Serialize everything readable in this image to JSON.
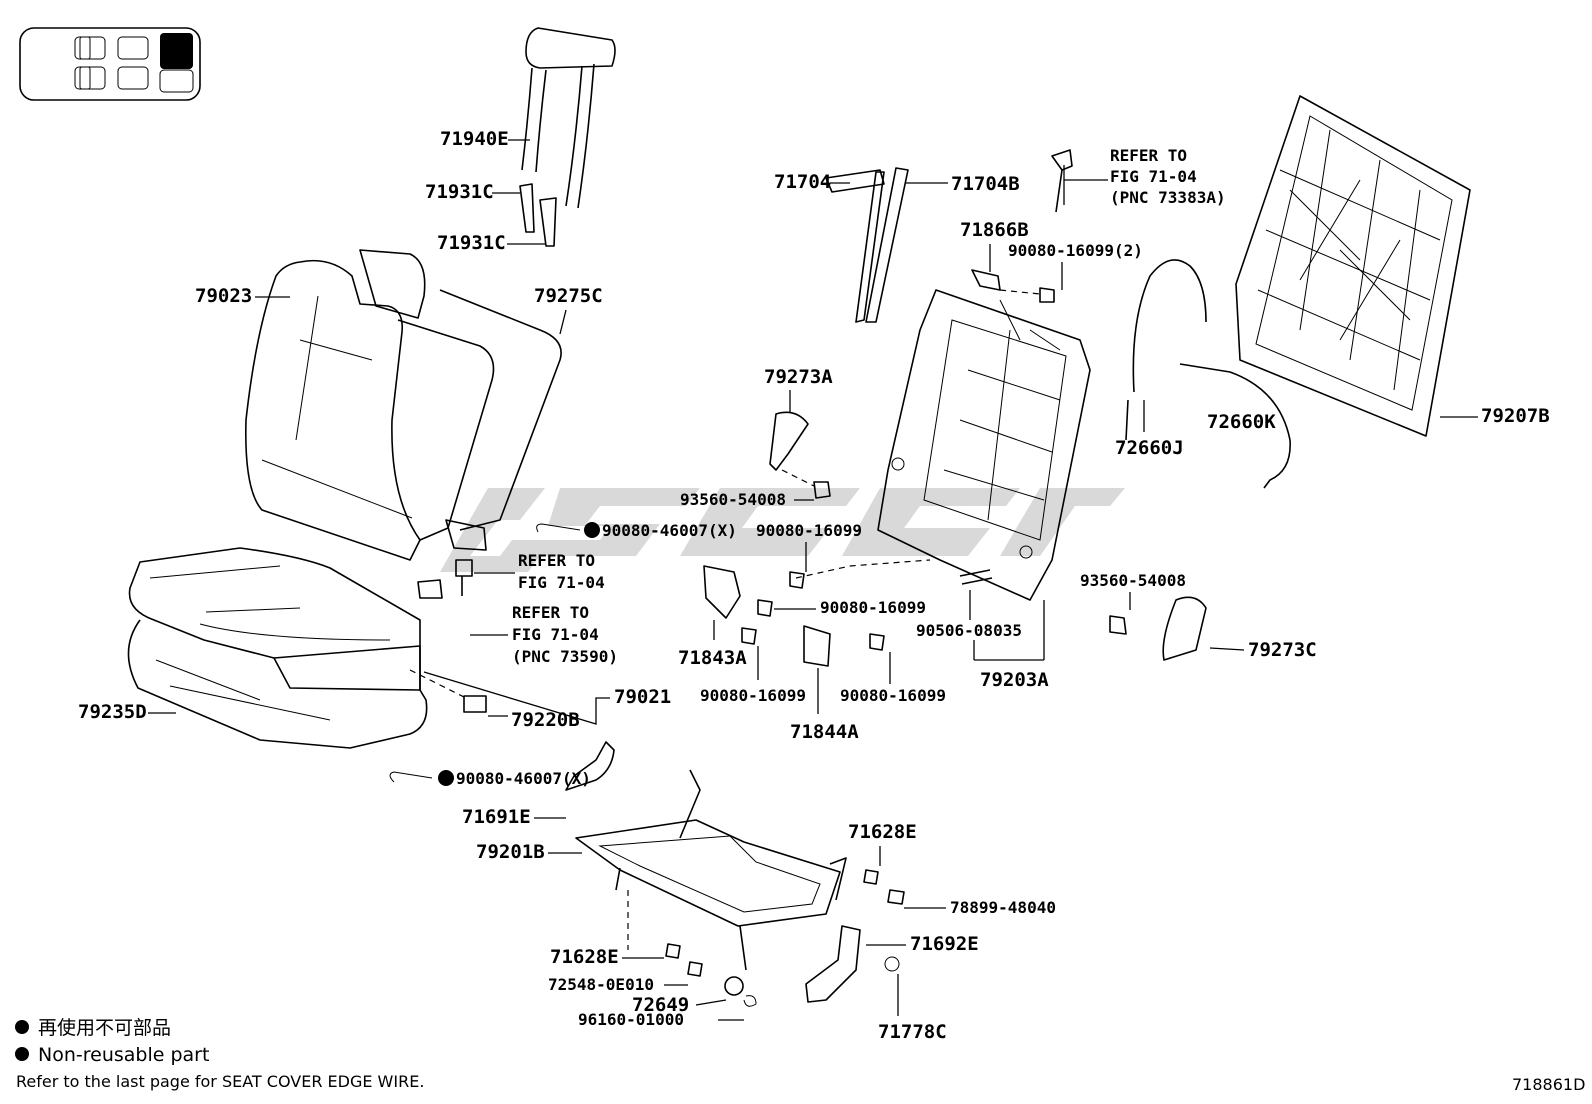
{
  "diagram": {
    "figure_id": "718861D",
    "legend": {
      "jp_text": "再使用不可部品",
      "en_text": "Non-reusable part",
      "edge_wire_note": "Refer to the last page for SEAT COVER EDGE WIRE."
    },
    "refer_notes": {
      "refer_a_line1": "REFER TO",
      "refer_a_line2": "FIG 71-04",
      "refer_a_line3": "(PNC 73383A)",
      "refer_b_line1": "REFER TO",
      "refer_b_line2": "FIG 71-04",
      "refer_c_line1": "REFER TO",
      "refer_c_line2": "FIG 71-04",
      "refer_c_line3": "(PNC 73590)"
    },
    "part_labels": {
      "p71940E": "71940E",
      "p71931C_a": "71931C",
      "p71931C_b": "71931C",
      "p79023": "79023",
      "p79275C": "79275C",
      "p71704": "71704",
      "p71704B": "71704B",
      "p71866B": "71866B",
      "p90080_16099_2": "90080-16099(2)",
      "p72660J": "72660J",
      "p72660K": "72660K",
      "p79207B": "79207B",
      "p79273A": "79273A",
      "p93560_54008_a": "93560-54008",
      "p90080_46007_a": "90080-46007(X)",
      "p90080_16099_a": "90080-16099",
      "p90080_16099_b": "90080-16099",
      "p93560_54008_b": "93560-54008",
      "p71843A": "71843A",
      "p90506_08035": "90506-08035",
      "p79273C": "79273C",
      "p90080_16099_c": "90080-16099",
      "p90080_16099_d": "90080-16099",
      "p79203A": "79203A",
      "p71844A": "71844A",
      "p79021": "79021",
      "p79220B": "79220B",
      "p79235D": "79235D",
      "p90080_46007_b": "90080-46007(X)",
      "p71691E": "71691E",
      "p79201B": "79201B",
      "p71628E_a": "71628E",
      "p78899_48040": "78899-48040",
      "p71628E_b": "71628E",
      "p71692E": "71692E",
      "p72548_0E010": "72548-0E010",
      "p72649": "72649",
      "p96160_01000": "96160-01000",
      "p71778C": "71778C"
    }
  }
}
